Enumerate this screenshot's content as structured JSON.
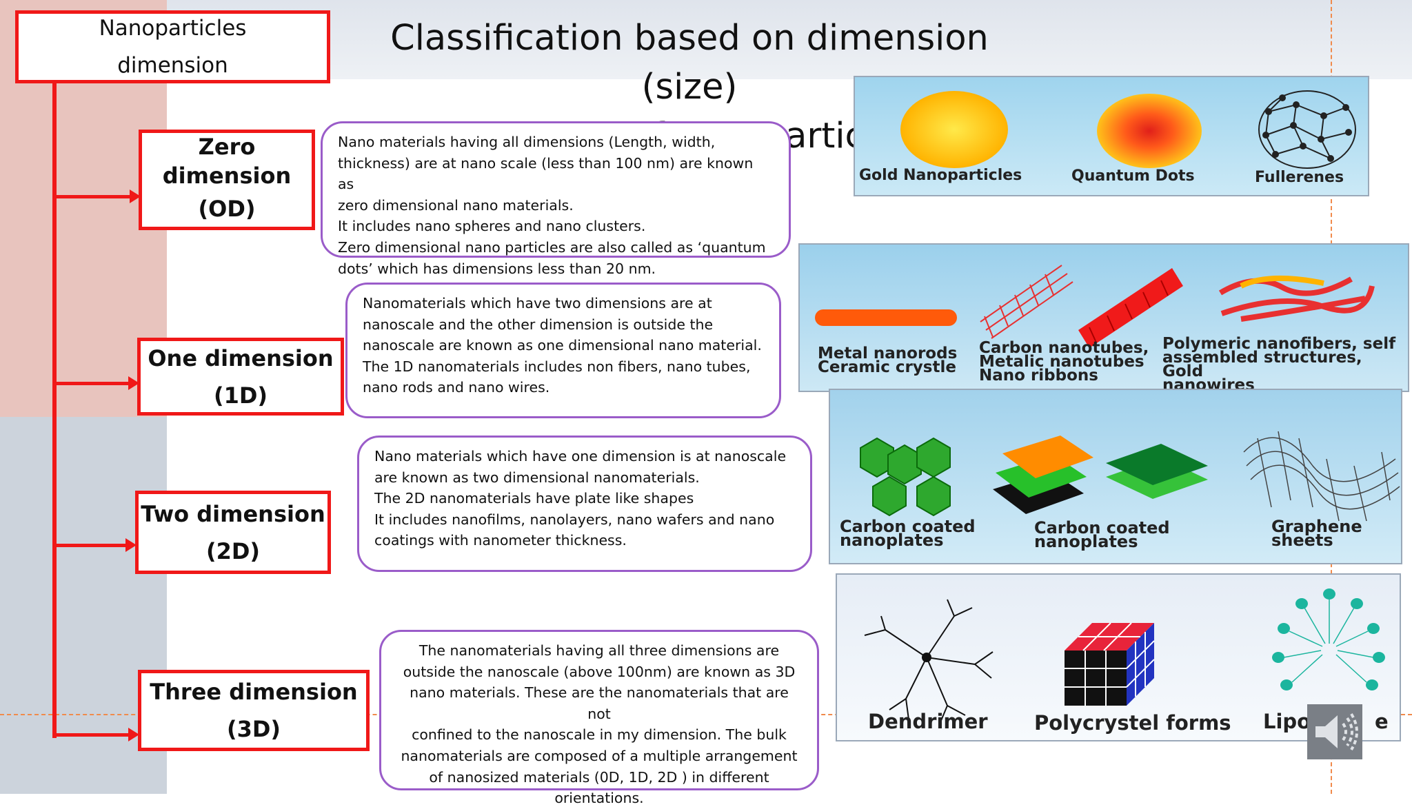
{
  "header": {
    "title_line1": "Classification based on dimension (size)",
    "title_line2": "of nanoparticles"
  },
  "root_box": {
    "line1": "Nanoparticles",
    "line2": "dimension"
  },
  "levels": [
    {
      "label_line1": "Zero",
      "label_line2": "dimension",
      "label_line3": "(OD)",
      "description": [
        "Nano materials having all dimensions (Length, width,",
        "thickness) are at nano scale (less than 100 nm) are known as",
        "zero dimensional nano materials.",
        "It includes nano spheres and nano clusters.",
        "Zero dimensional nano particles are also called as ‘quantum",
        "dots’ which has dimensions less than 20 nm."
      ]
    },
    {
      "label_line1": "One dimension",
      "label_line2": "(1D)",
      "description": [
        "Nanomaterials which have two dimensions are at",
        "nanoscale and the other dimension is outside the",
        "nanoscale are known as one dimensional nano material.",
        "The 1D nanomaterials includes non fibers, nano tubes,",
        "nano rods and nano wires."
      ]
    },
    {
      "label_line1": "Two dimension",
      "label_line2": "(2D)",
      "description": [
        "Nano materials which have one dimension is at nanoscale",
        "are known as two dimensional nanomaterials.",
        "The 2D nanomaterials have plate like shapes",
        "It includes nanofilms, nanolayers, nano wafers and nano",
        "coatings with nanometer thickness."
      ]
    },
    {
      "label_line1": "Three dimension",
      "label_line2": "(3D)",
      "description": [
        "The nanomaterials having all three dimensions are",
        "outside the nanoscale (above 100nm) are known as 3D",
        "nano materials. These are the nanomaterials that are not",
        "confined to the nanoscale in my dimension. The bulk",
        "nanomaterials are composed of a multiple arrangement",
        "of nanosized materials (0D, 1D, 2D ) in different",
        "orientations."
      ]
    }
  ],
  "images": {
    "zero_d": {
      "cap1": "Gold Nanoparticles",
      "cap2": "Quantum Dots",
      "cap3": "Fullerenes"
    },
    "one_d": {
      "cap1": [
        "Metal nanorods",
        "Ceramic crystle"
      ],
      "cap2": [
        "Carbon nanotubes,",
        "Metalic nanotubes",
        "Nano ribbons"
      ],
      "cap3": [
        "Polymeric nanofibers, self",
        "assembled structures, Gold",
        "nanowires"
      ]
    },
    "two_d": {
      "cap1": [
        "Carbon coated",
        "nanoplates"
      ],
      "cap2": [
        "Carbon coated",
        "nanoplates"
      ],
      "cap3": [
        "Graphene",
        "sheets"
      ]
    },
    "three_d": {
      "cap1": "Dendrimer",
      "cap2": "Polycrystel forms",
      "cap3": "Lipo",
      "cap3_end": "e"
    }
  },
  "colors": {
    "accent_red": "#f01818",
    "box_purple": "#9a5cc9",
    "dash_orange": "#f08a4b"
  },
  "icons": {
    "audio": "speaker-icon"
  }
}
